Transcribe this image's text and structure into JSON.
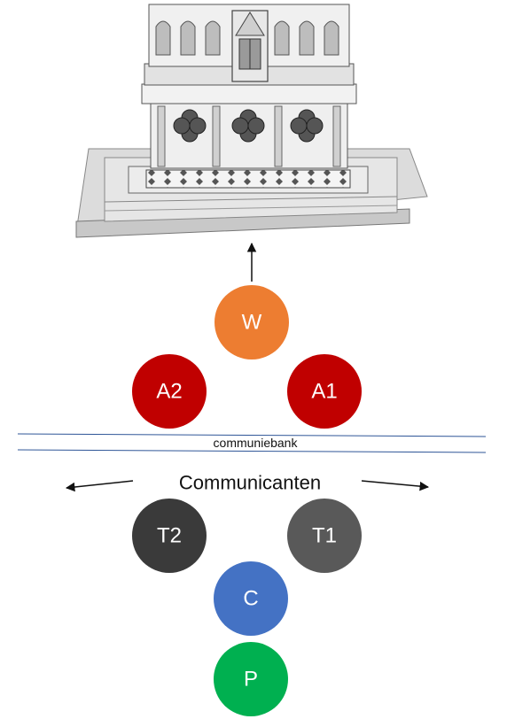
{
  "diagram": {
    "altar": {
      "icon": "altar-icon"
    },
    "bank_label": "communiebank",
    "communicants_label": "Communicanten",
    "colors": {
      "W": "#ED7D31",
      "A": "#C00000",
      "T2": "#3A3A3A",
      "T1": "#595959",
      "C": "#4472C4",
      "P": "#00B050",
      "bank_line": "#2E5597"
    },
    "nodes": [
      {
        "id": "W",
        "label": "W"
      },
      {
        "id": "A2",
        "label": "A2"
      },
      {
        "id": "A1",
        "label": "A1"
      },
      {
        "id": "T2",
        "label": "T2"
      },
      {
        "id": "T1",
        "label": "T1"
      },
      {
        "id": "C",
        "label": "C"
      },
      {
        "id": "P",
        "label": "P"
      }
    ]
  }
}
